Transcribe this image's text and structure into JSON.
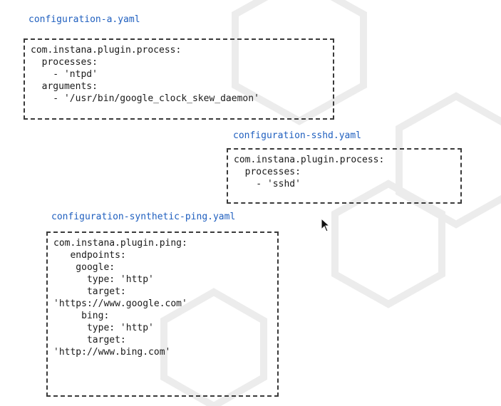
{
  "files": [
    {
      "title": "configuration-a.yaml",
      "lines": [
        "com.instana.plugin.process:",
        "  processes:",
        "    - 'ntpd'",
        "  arguments:",
        "    - '/usr/bin/google_clock_skew_daemon'"
      ]
    },
    {
      "title": "configuration-sshd.yaml",
      "lines": [
        "com.instana.plugin.process:",
        "  processes:",
        "    - 'sshd'"
      ]
    },
    {
      "title": "configuration-synthetic-ping.yaml",
      "lines": [
        "com.instana.plugin.ping:",
        "   endpoints:",
        "    google:",
        "      type: 'http'",
        "      target:",
        "'https://www.google.com'",
        "     bing:",
        "      type: 'http'",
        "      target:",
        "'http://www.bing.com'"
      ]
    }
  ],
  "colors": {
    "title": "#1f5fbf",
    "code": "#1a1a1a",
    "border": "#3a3a3a"
  }
}
